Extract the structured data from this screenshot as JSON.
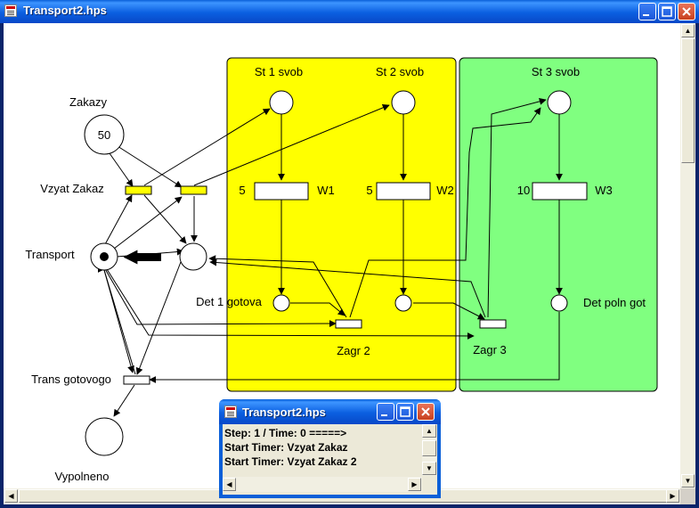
{
  "window": {
    "title": "Transport2.hps"
  },
  "net": {
    "regions": [
      {
        "id": "station12",
        "color": "#ffff00"
      },
      {
        "id": "station3",
        "color": "#80ff80"
      }
    ],
    "places": {
      "zakazy": {
        "label": "Zakazy",
        "tokens": "50"
      },
      "transport": {
        "label": "Transport"
      },
      "st1": {
        "label": "St 1 svob"
      },
      "st2": {
        "label": "St 2 svob"
      },
      "st3": {
        "label": "St 3 svob"
      },
      "det1": {
        "label": "Det 1 gotova"
      },
      "det2": {
        "label": ""
      },
      "detpoln": {
        "label": "Det poln got"
      },
      "vypolneno": {
        "label": "Vypolneno"
      },
      "buffer": {
        "label": ""
      }
    },
    "transitions": {
      "vzyat": {
        "label": "Vzyat Zakaz",
        "color": "#ffff00"
      },
      "vzyat2": {
        "label": "",
        "color": "#ffff00"
      },
      "w1": {
        "label": "W1",
        "delay": "5"
      },
      "w2": {
        "label": "W2",
        "delay": "5"
      },
      "w3": {
        "label": "W3",
        "delay": "10"
      },
      "zagr2": {
        "label": "Zagr 2"
      },
      "zagr3": {
        "label": "Zagr 3"
      },
      "trans": {
        "label": "Trans gotovogo"
      }
    }
  },
  "log_window": {
    "title": "Transport2.hps",
    "lines": [
      "Step: 1 / Time: 0 =====>",
      "Start Timer: Vzyat Zakaz",
      "Start Timer: Vzyat Zakaz 2"
    ]
  },
  "colors": {
    "titlebar": "#0a5fd8",
    "close": "#d8542e"
  }
}
